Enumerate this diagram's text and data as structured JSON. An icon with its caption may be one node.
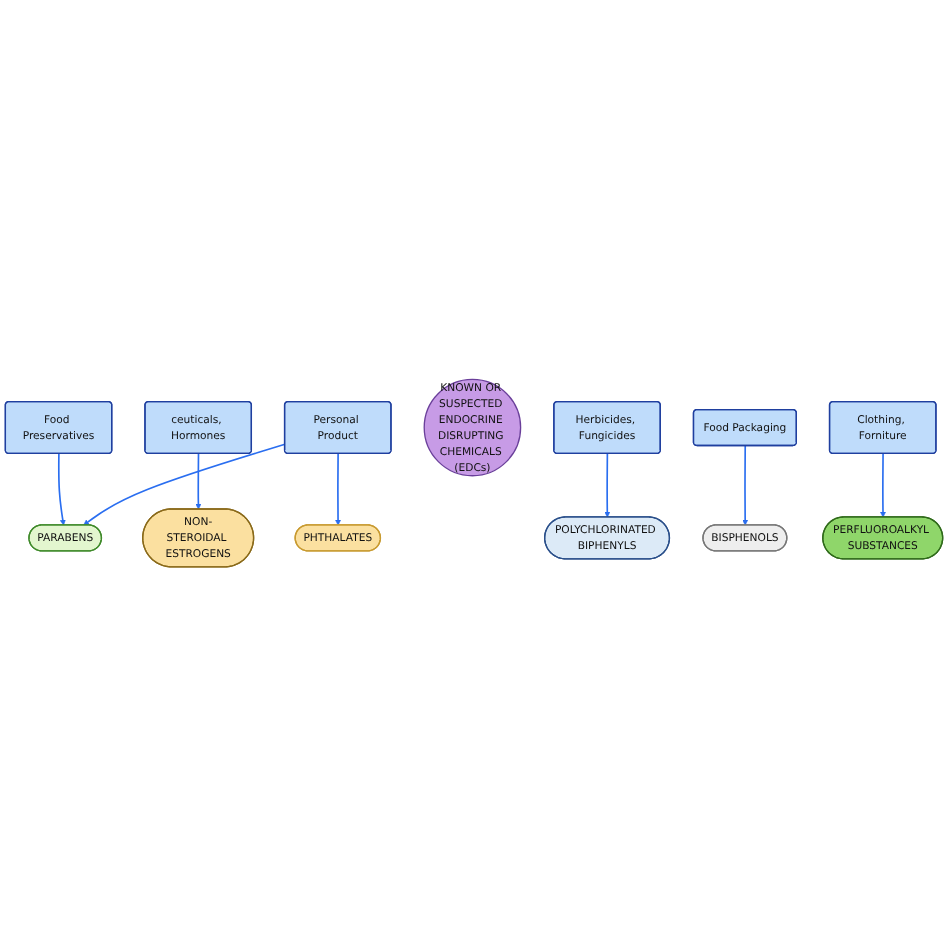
{
  "diagram": {
    "nodes": [
      {
        "text": [
          "Food Preservatives"
        ]
      },
      {
        "text": [
          "ceuticals, Hormones"
        ]
      },
      {
        "text": [
          "Personal Product"
        ]
      },
      {
        "text": [
          "PARABENS"
        ]
      },
      {
        "text": [
          "NON-STEROIDAL ESTROGENS"
        ]
      },
      {
        "text": [
          "KNOWN OR SUSPECTED ENDOCRINE DISRUPTING CHEMICALS (EDCs)"
        ]
      },
      {
        "text": [
          "PHTHALATES"
        ]
      },
      {
        "text": [
          "POLYCHLORINATED BIPHENYLS"
        ]
      },
      {
        "text": [
          "BISPHENOLS"
        ]
      },
      {
        "text": [
          "PERFLUOROALKYL SUBSTANCES"
        ]
      },
      {
        "text": [
          "Herbicides, Fungicides"
        ]
      },
      {
        "text": [
          "Food Packaging"
        ]
      },
      {
        "text": [
          "Clothing, Forniture"
        ]
      }
    ],
    "edges": [
      {
        "from": 0,
        "to": 3,
        "arrow": "to"
      },
      {
        "from": 2,
        "to": 3,
        "arrow": "to"
      },
      {
        "from": 2,
        "to": 6,
        "arrow": "to"
      },
      {
        "from": 1,
        "to": 4,
        "arrow": "to"
      },
      {
        "from": 10,
        "to": 7,
        "arrow": "to"
      },
      {
        "from": 11,
        "to": 8,
        "arrow": "to"
      },
      {
        "from": 12,
        "to": 9,
        "arrow": "to"
      }
    ]
  }
}
